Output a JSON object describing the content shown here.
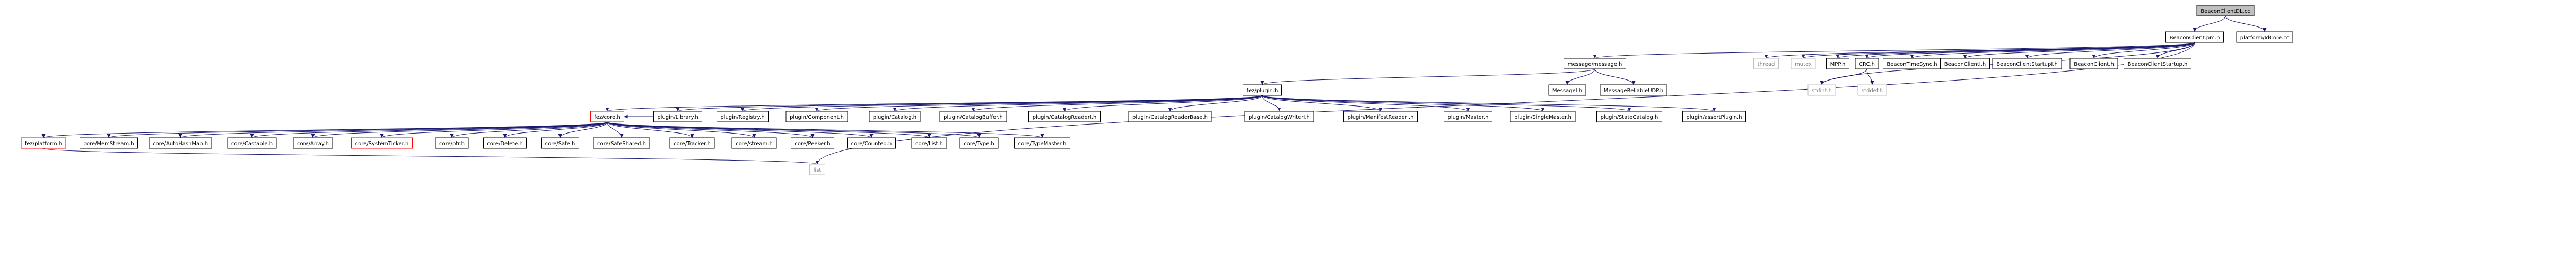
{
  "graph": {
    "root": "BeaconClientDL.cc",
    "colors": {
      "edge": "#191970",
      "node_border": "#000000",
      "root_fill": "#bfbfbf",
      "missing_border": "#ff0000",
      "system_border": "#bfbfbf",
      "system_text": "#7f7f7f"
    },
    "nodes": [
      {
        "id": "root",
        "label": "BeaconClientDL.cc",
        "kind": "root"
      },
      {
        "id": "beaconclient_pmh",
        "label": "BeaconClient.pm.h",
        "kind": "normal"
      },
      {
        "id": "platformidcore",
        "label": "platform/IdCore.cc",
        "kind": "normal"
      },
      {
        "id": "message_h",
        "label": "message/message.h",
        "kind": "normal"
      },
      {
        "id": "thread",
        "label": "thread",
        "kind": "system"
      },
      {
        "id": "mutex",
        "label": "mutex",
        "kind": "system"
      },
      {
        "id": "mpp",
        "label": "MPP.h",
        "kind": "normal"
      },
      {
        "id": "crc",
        "label": "CRC.h",
        "kind": "normal"
      },
      {
        "id": "timesync",
        "label": "BeaconTimeSync.h",
        "kind": "normal"
      },
      {
        "id": "bclienti",
        "label": "BeaconClientI.h",
        "kind": "normal"
      },
      {
        "id": "startupi",
        "label": "BeaconClientStartupI.h",
        "kind": "normal"
      },
      {
        "id": "bclient",
        "label": "BeaconClient.h",
        "kind": "normal"
      },
      {
        "id": "startup",
        "label": "BeaconClientStartup.h",
        "kind": "normal"
      },
      {
        "id": "fezplugin",
        "label": "fez/plugin.h",
        "kind": "normal"
      },
      {
        "id": "messagei",
        "label": "MessageI.h",
        "kind": "normal"
      },
      {
        "id": "reliableudp",
        "label": "MessageReliableUDP.h",
        "kind": "normal"
      },
      {
        "id": "stdint",
        "label": "stdint.h",
        "kind": "system"
      },
      {
        "id": "stddef",
        "label": "stddef.h",
        "kind": "system"
      },
      {
        "id": "fezcore",
        "label": "fez/core.h",
        "kind": "missing"
      },
      {
        "id": "p_library",
        "label": "plugin/Library.h",
        "kind": "normal"
      },
      {
        "id": "p_registry",
        "label": "plugin/Registry.h",
        "kind": "normal"
      },
      {
        "id": "p_component",
        "label": "plugin/Component.h",
        "kind": "normal"
      },
      {
        "id": "p_catalog",
        "label": "plugin/Catalog.h",
        "kind": "normal"
      },
      {
        "id": "p_catbuffer",
        "label": "plugin/CatalogBuffer.h",
        "kind": "normal"
      },
      {
        "id": "p_catreaderi",
        "label": "plugin/CatalogReaderI.h",
        "kind": "normal"
      },
      {
        "id": "p_catreaderbase",
        "label": "plugin/CatalogReaderBase.h",
        "kind": "normal"
      },
      {
        "id": "p_catwriteri",
        "label": "plugin/CatalogWriterI.h",
        "kind": "normal"
      },
      {
        "id": "p_manifest",
        "label": "plugin/ManifestReaderI.h",
        "kind": "normal"
      },
      {
        "id": "p_master",
        "label": "plugin/Master.h",
        "kind": "normal"
      },
      {
        "id": "p_singlemaster",
        "label": "plugin/SingleMaster.h",
        "kind": "normal"
      },
      {
        "id": "p_statecatalog",
        "label": "plugin/StateCatalog.h",
        "kind": "normal"
      },
      {
        "id": "p_assertplugin",
        "label": "plugin/assertPlugin.h",
        "kind": "normal"
      },
      {
        "id": "fezplatform",
        "label": "fez/platform.h",
        "kind": "missing"
      },
      {
        "id": "c_memstream",
        "label": "core/MemStream.h",
        "kind": "normal"
      },
      {
        "id": "c_autohashmap",
        "label": "core/AutoHashMap.h",
        "kind": "normal"
      },
      {
        "id": "c_castable",
        "label": "core/Castable.h",
        "kind": "normal"
      },
      {
        "id": "c_array",
        "label": "core/Array.h",
        "kind": "normal"
      },
      {
        "id": "c_systicker",
        "label": "core/SystemTicker.h",
        "kind": "missing"
      },
      {
        "id": "c_ptr",
        "label": "core/ptr.h",
        "kind": "normal"
      },
      {
        "id": "c_delete",
        "label": "core/Delete.h",
        "kind": "normal"
      },
      {
        "id": "c_safe",
        "label": "core/Safe.h",
        "kind": "normal"
      },
      {
        "id": "c_safeshared",
        "label": "core/SafeShared.h",
        "kind": "normal"
      },
      {
        "id": "c_tracker",
        "label": "core/Tracker.h",
        "kind": "normal"
      },
      {
        "id": "c_stream",
        "label": "core/stream.h",
        "kind": "normal"
      },
      {
        "id": "c_peeker",
        "label": "core/Peeker.h",
        "kind": "normal"
      },
      {
        "id": "c_counted",
        "label": "core/Counted.h",
        "kind": "normal"
      },
      {
        "id": "c_list",
        "label": "core/List.h",
        "kind": "normal"
      },
      {
        "id": "c_type",
        "label": "core/Type.h",
        "kind": "normal"
      },
      {
        "id": "c_typemaster",
        "label": "core/TypeMaster.h",
        "kind": "normal"
      },
      {
        "id": "list",
        "label": "list",
        "kind": "system"
      }
    ],
    "edges": [
      [
        "root",
        "beaconclient_pmh"
      ],
      [
        "root",
        "platformidcore"
      ],
      [
        "beaconclient_pmh",
        "message_h"
      ],
      [
        "beaconclient_pmh",
        "thread"
      ],
      [
        "beaconclient_pmh",
        "mutex"
      ],
      [
        "beaconclient_pmh",
        "mpp"
      ],
      [
        "beaconclient_pmh",
        "crc"
      ],
      [
        "beaconclient_pmh",
        "timesync"
      ],
      [
        "beaconclient_pmh",
        "bclienti"
      ],
      [
        "beaconclient_pmh",
        "startupi"
      ],
      [
        "beaconclient_pmh",
        "bclient"
      ],
      [
        "beaconclient_pmh",
        "startup"
      ],
      [
        "beaconclient_pmh",
        "stdint"
      ],
      [
        "beaconclient_pmh",
        "list"
      ],
      [
        "crc",
        "stdint"
      ],
      [
        "crc",
        "stddef"
      ],
      [
        "message_h",
        "fezplugin"
      ],
      [
        "message_h",
        "messagei"
      ],
      [
        "message_h",
        "reliableudp"
      ],
      [
        "fezplugin",
        "fezcore"
      ],
      [
        "fezplugin",
        "p_library"
      ],
      [
        "fezplugin",
        "p_registry"
      ],
      [
        "fezplugin",
        "p_component"
      ],
      [
        "fezplugin",
        "p_catalog"
      ],
      [
        "fezplugin",
        "p_catbuffer"
      ],
      [
        "fezplugin",
        "p_catreaderi"
      ],
      [
        "fezplugin",
        "p_catreaderbase"
      ],
      [
        "fezplugin",
        "p_catwriteri"
      ],
      [
        "fezplugin",
        "p_manifest"
      ],
      [
        "fezplugin",
        "p_master"
      ],
      [
        "fezplugin",
        "p_singlemaster"
      ],
      [
        "fezplugin",
        "p_statecatalog"
      ],
      [
        "fezplugin",
        "p_assertplugin"
      ],
      [
        "fezcore",
        "fezplatform"
      ],
      [
        "fezcore",
        "c_memstream"
      ],
      [
        "fezcore",
        "c_autohashmap"
      ],
      [
        "fezcore",
        "c_castable"
      ],
      [
        "fezcore",
        "c_array"
      ],
      [
        "fezcore",
        "c_systicker"
      ],
      [
        "fezcore",
        "c_ptr"
      ],
      [
        "fezcore",
        "c_delete"
      ],
      [
        "fezcore",
        "c_safe"
      ],
      [
        "fezcore",
        "c_safeshared"
      ],
      [
        "fezcore",
        "c_tracker"
      ],
      [
        "fezcore",
        "c_stream"
      ],
      [
        "fezcore",
        "c_peeker"
      ],
      [
        "fezcore",
        "c_counted"
      ],
      [
        "fezcore",
        "c_list"
      ],
      [
        "fezcore",
        "c_type"
      ],
      [
        "fezcore",
        "c_typemaster"
      ],
      [
        "p_library",
        "fezcore"
      ],
      [
        "fezplatform",
        "list"
      ]
    ]
  }
}
